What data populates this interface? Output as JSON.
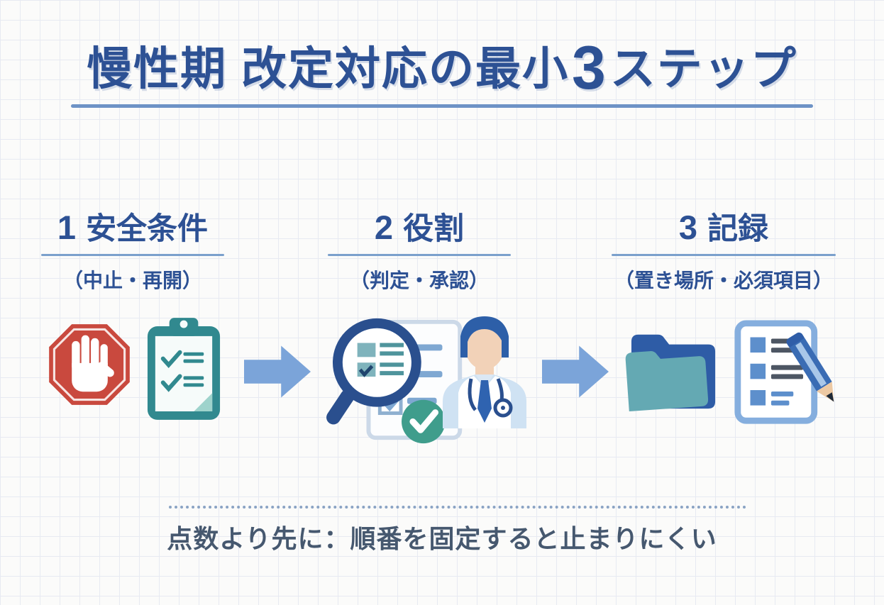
{
  "title": {
    "part1": "慢性期 改定対応の最小",
    "number": "3",
    "part2": "ステップ",
    "full": "慢性期 改定対応の最小3ステップ"
  },
  "steps": [
    {
      "number": "1",
      "label": "安全条件",
      "subtitle": "（中止・再開）",
      "icons": [
        "stop-hand-icon",
        "checklist-clipboard-icon"
      ]
    },
    {
      "number": "2",
      "label": "役割",
      "subtitle": "（判定・承認）",
      "icons": [
        "magnifier-document-icon",
        "approval-check-icon",
        "doctor-icon"
      ]
    },
    {
      "number": "3",
      "label": "記録",
      "subtitle": "（置き場所・必須項目）",
      "icons": [
        "folder-icon",
        "form-pencil-icon"
      ]
    }
  ],
  "connectors": {
    "arrow_icon": "arrow-right-icon",
    "count": 2
  },
  "footer": {
    "note": "点数より先に：順番を固定すると止まりにくい"
  },
  "colors": {
    "title_blue": "#2d5194",
    "underline_blue": "#6e93c6",
    "step_underline": "#7ba0cc",
    "arrow_blue": "#7ba4d9",
    "stop_red": "#c9493e",
    "teal": "#31898f",
    "teal_light": "#9ed3cc",
    "navy": "#2a4f8e",
    "green_check": "#3f9d8c",
    "folder_back": "#2e5ca6",
    "folder_front": "#64a9b3",
    "form_blue": "#5d8fcc",
    "note_text": "#46586f",
    "grid_line": "#e7eaf2",
    "bg": "#fbfbfa"
  }
}
